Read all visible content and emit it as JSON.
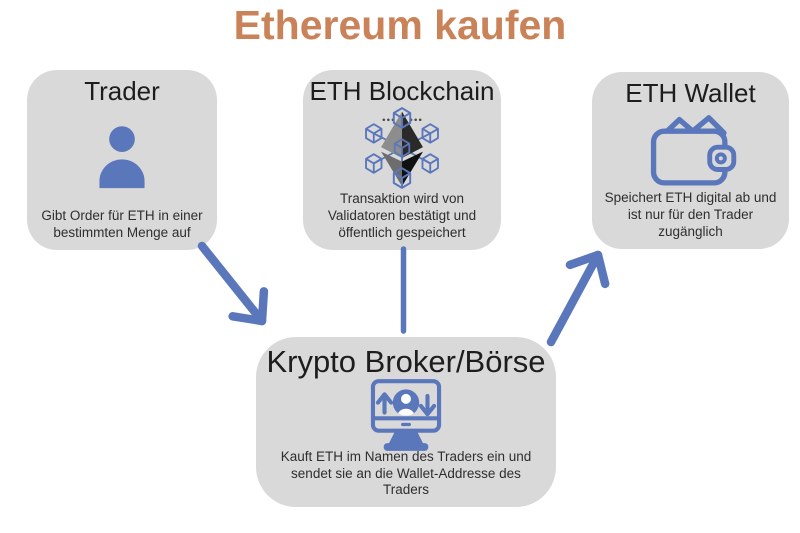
{
  "page_title": "Ethereum kaufen",
  "colors": {
    "accent_blue": "#5b77bb",
    "node_gray": "#d9d9d9",
    "title_orange": "#ca8258"
  },
  "nodes": {
    "trader": {
      "title": "Trader",
      "icon": "person-icon",
      "description": "Gibt Order für  ETH in einer\nbestimmten Menge auf"
    },
    "blockchain": {
      "title": "ETH Blockchain",
      "icon": "blockchain-cubes-icon",
      "description": "Transaktion wird von\nValidatoren bestätigt und\nöffentlich gespeichert"
    },
    "wallet": {
      "title": "ETH Wallet",
      "icon": "wallet-icon",
      "description": "Speichert ETH digital ab und\nist nur für den Trader\nzugänglich"
    },
    "broker": {
      "title": "Krypto Broker/Börse",
      "icon": "exchange-monitor-icon",
      "description": "Kauft ETH im Namen des Traders ein und\nsendet sie an die Wallet-Addresse des\nTraders"
    }
  },
  "connectors": [
    {
      "from": "trader",
      "to": "broker",
      "style": "arrow"
    },
    {
      "from": "blockchain",
      "to": "broker",
      "style": "line"
    },
    {
      "from": "broker",
      "to": "wallet",
      "style": "arrow"
    }
  ]
}
